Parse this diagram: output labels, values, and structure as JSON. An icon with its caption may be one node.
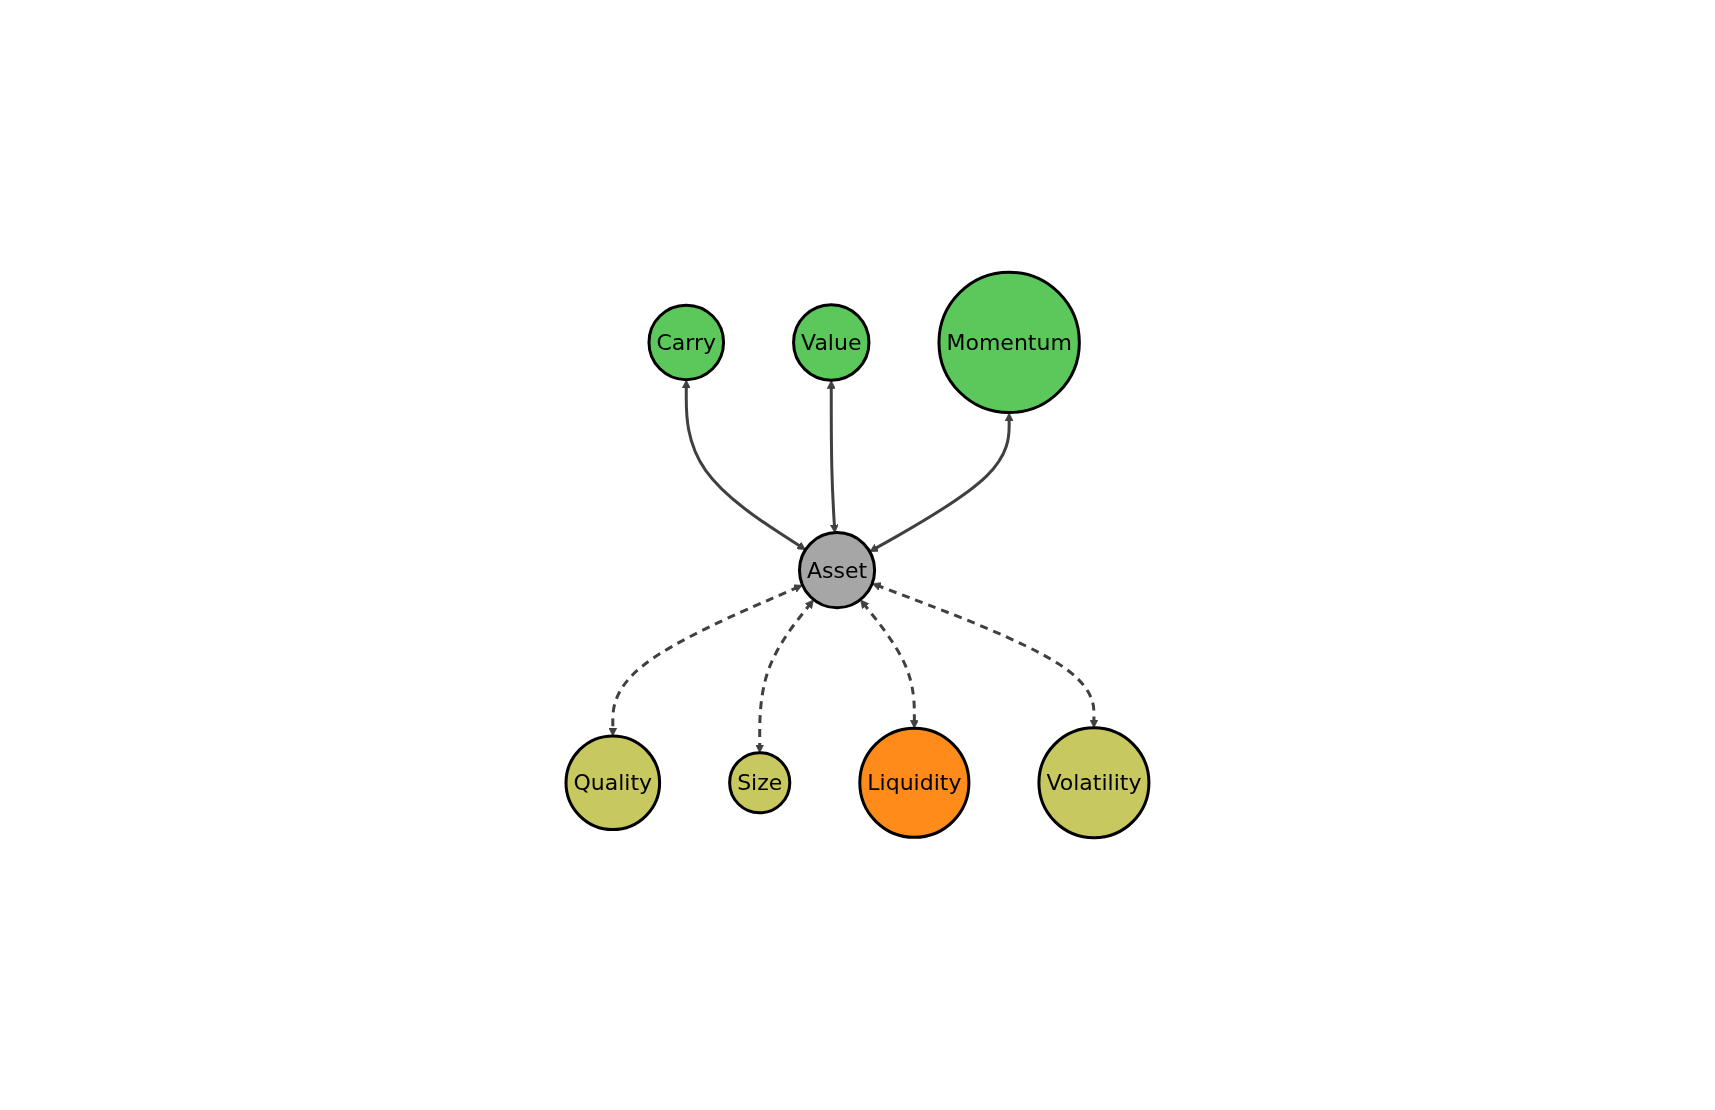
{
  "diagram": {
    "nodes": [
      {
        "text": [
          "Carry"
        ]
      },
      {
        "text": [
          "Value"
        ]
      },
      {
        "text": [
          "Momentum"
        ]
      },
      {
        "text": [
          "Asset"
        ]
      },
      {
        "text": [
          "Quality"
        ]
      },
      {
        "text": [
          "Size"
        ]
      },
      {
        "text": [
          "Liquidity"
        ]
      },
      {
        "text": [
          "Volatility"
        ]
      }
    ],
    "edges": [
      {
        "from": 0,
        "to": 3,
        "arrow": "both"
      },
      {
        "from": 1,
        "to": 3,
        "arrow": "both"
      },
      {
        "from": 2,
        "to": 3,
        "arrow": "both"
      },
      {
        "from": 3,
        "to": 4,
        "arrow": "both",
        "style": "dashed"
      },
      {
        "from": 3,
        "to": 5,
        "arrow": "both",
        "style": "dashed"
      },
      {
        "from": 3,
        "to": 6,
        "arrow": "both",
        "style": "dashed"
      },
      {
        "from": 3,
        "to": 7,
        "arrow": "both",
        "style": "dashed"
      }
    ]
  }
}
